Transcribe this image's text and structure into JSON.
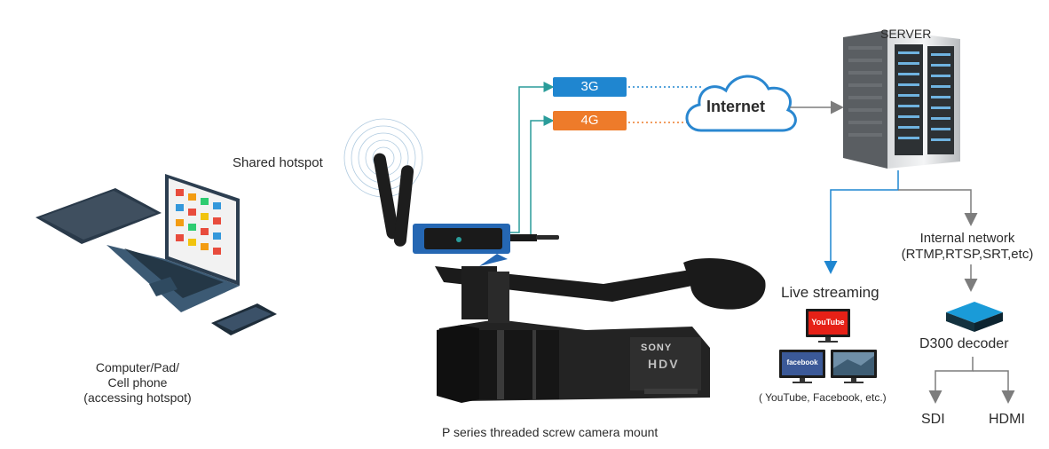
{
  "labels": {
    "server": "SERVER",
    "internet": "Internet",
    "net_3g": "3G",
    "net_4g": "4G",
    "shared_hotspot": "Shared hotspot",
    "client_line1": "Computer/Pad/",
    "client_line2": "Cell phone",
    "client_line3": "(accessing hotspot)",
    "camera_caption": "P series threaded screw camera mount",
    "live_streaming": "Live streaming",
    "platforms": "( YouTube, Facebook, etc.)",
    "internal_network": "Internal network",
    "protocols": "(RTMP,RTSP,SRT,etc)",
    "decoder": "D300 decoder",
    "sdi": "SDI",
    "hdmi": "HDMI",
    "youtube_logo": "YouTube",
    "facebook_logo": "facebook",
    "camera_brand": "SONY",
    "camera_model": "HDV"
  },
  "colors": {
    "blue": "#1f86d0",
    "orange": "#ee7b2a",
    "teal": "#2a9c9a",
    "gray": "#7d7d7d",
    "cloud": "#2a87d0"
  }
}
